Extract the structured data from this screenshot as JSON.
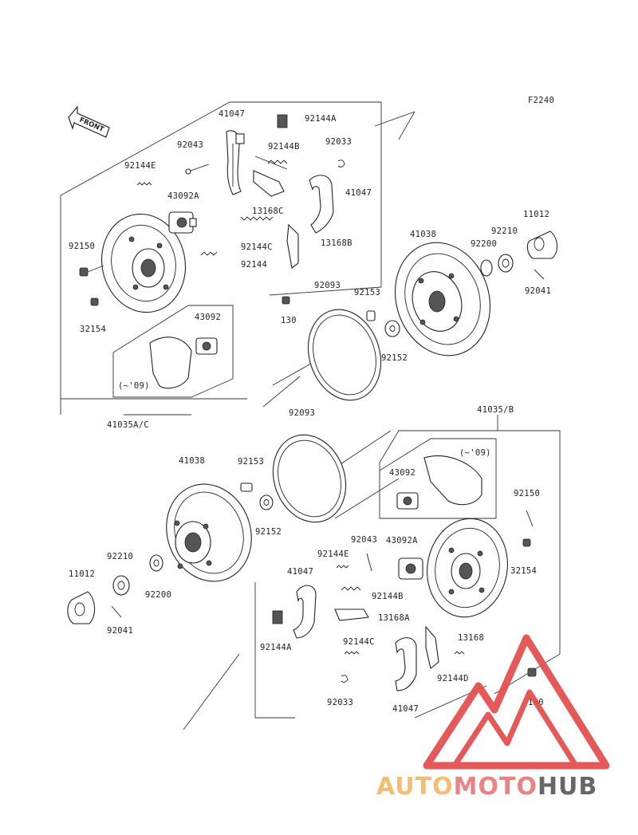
{
  "figure_code": "F2240",
  "front_label": "FRONT",
  "watermark": {
    "part1": "AUTO",
    "part2": "MOTO",
    "part3": "HUB",
    "colors": {
      "auto": "#f2b968",
      "moto": "#e97a7a",
      "hub": "#5b5b5b",
      "logo": "#e34b4b"
    }
  },
  "upper_labels": {
    "l41047a": "41047",
    "l92144a": "92144A",
    "l92043": "92043",
    "l92144b": "92144B",
    "l92033": "92033",
    "l92144e": "92144E",
    "l43092a": "43092A",
    "l41047b": "41047",
    "l13168c": "13168C",
    "l92150": "92150",
    "l92144c": "92144C",
    "l13168b": "13168B",
    "l92144": "92144",
    "l41038": "41038",
    "l92210": "92210",
    "l11012": "11012",
    "l92200": "92200",
    "l92041": "92041",
    "l92093": "92093",
    "l92153": "92153",
    "l130": "130",
    "l32154": "32154",
    "l43092": "43092",
    "l92152": "92152",
    "l09": "(~'09)",
    "l41035ac": "41035A/C"
  },
  "lower_labels": {
    "l92093": "92093",
    "l41035b": "41035/B",
    "l41038": "41038",
    "l92153": "92153",
    "l09": "(~'09)",
    "l43092": "43092",
    "l92150": "92150",
    "l92152": "92152",
    "l92043": "92043",
    "l43092a": "43092A",
    "l92210": "92210",
    "l92144e": "92144E",
    "l32154": "32154",
    "l11012": "11012",
    "l41047a": "41047",
    "l92200": "92200",
    "l92144b": "92144B",
    "l13168a": "13168A",
    "l92041": "92041",
    "l92144c": "92144C",
    "l13168": "13168",
    "l92144a": "92144A",
    "l92144d": "92144D",
    "l92033": "92033",
    "l130": "130",
    "l41047b": "41047"
  }
}
